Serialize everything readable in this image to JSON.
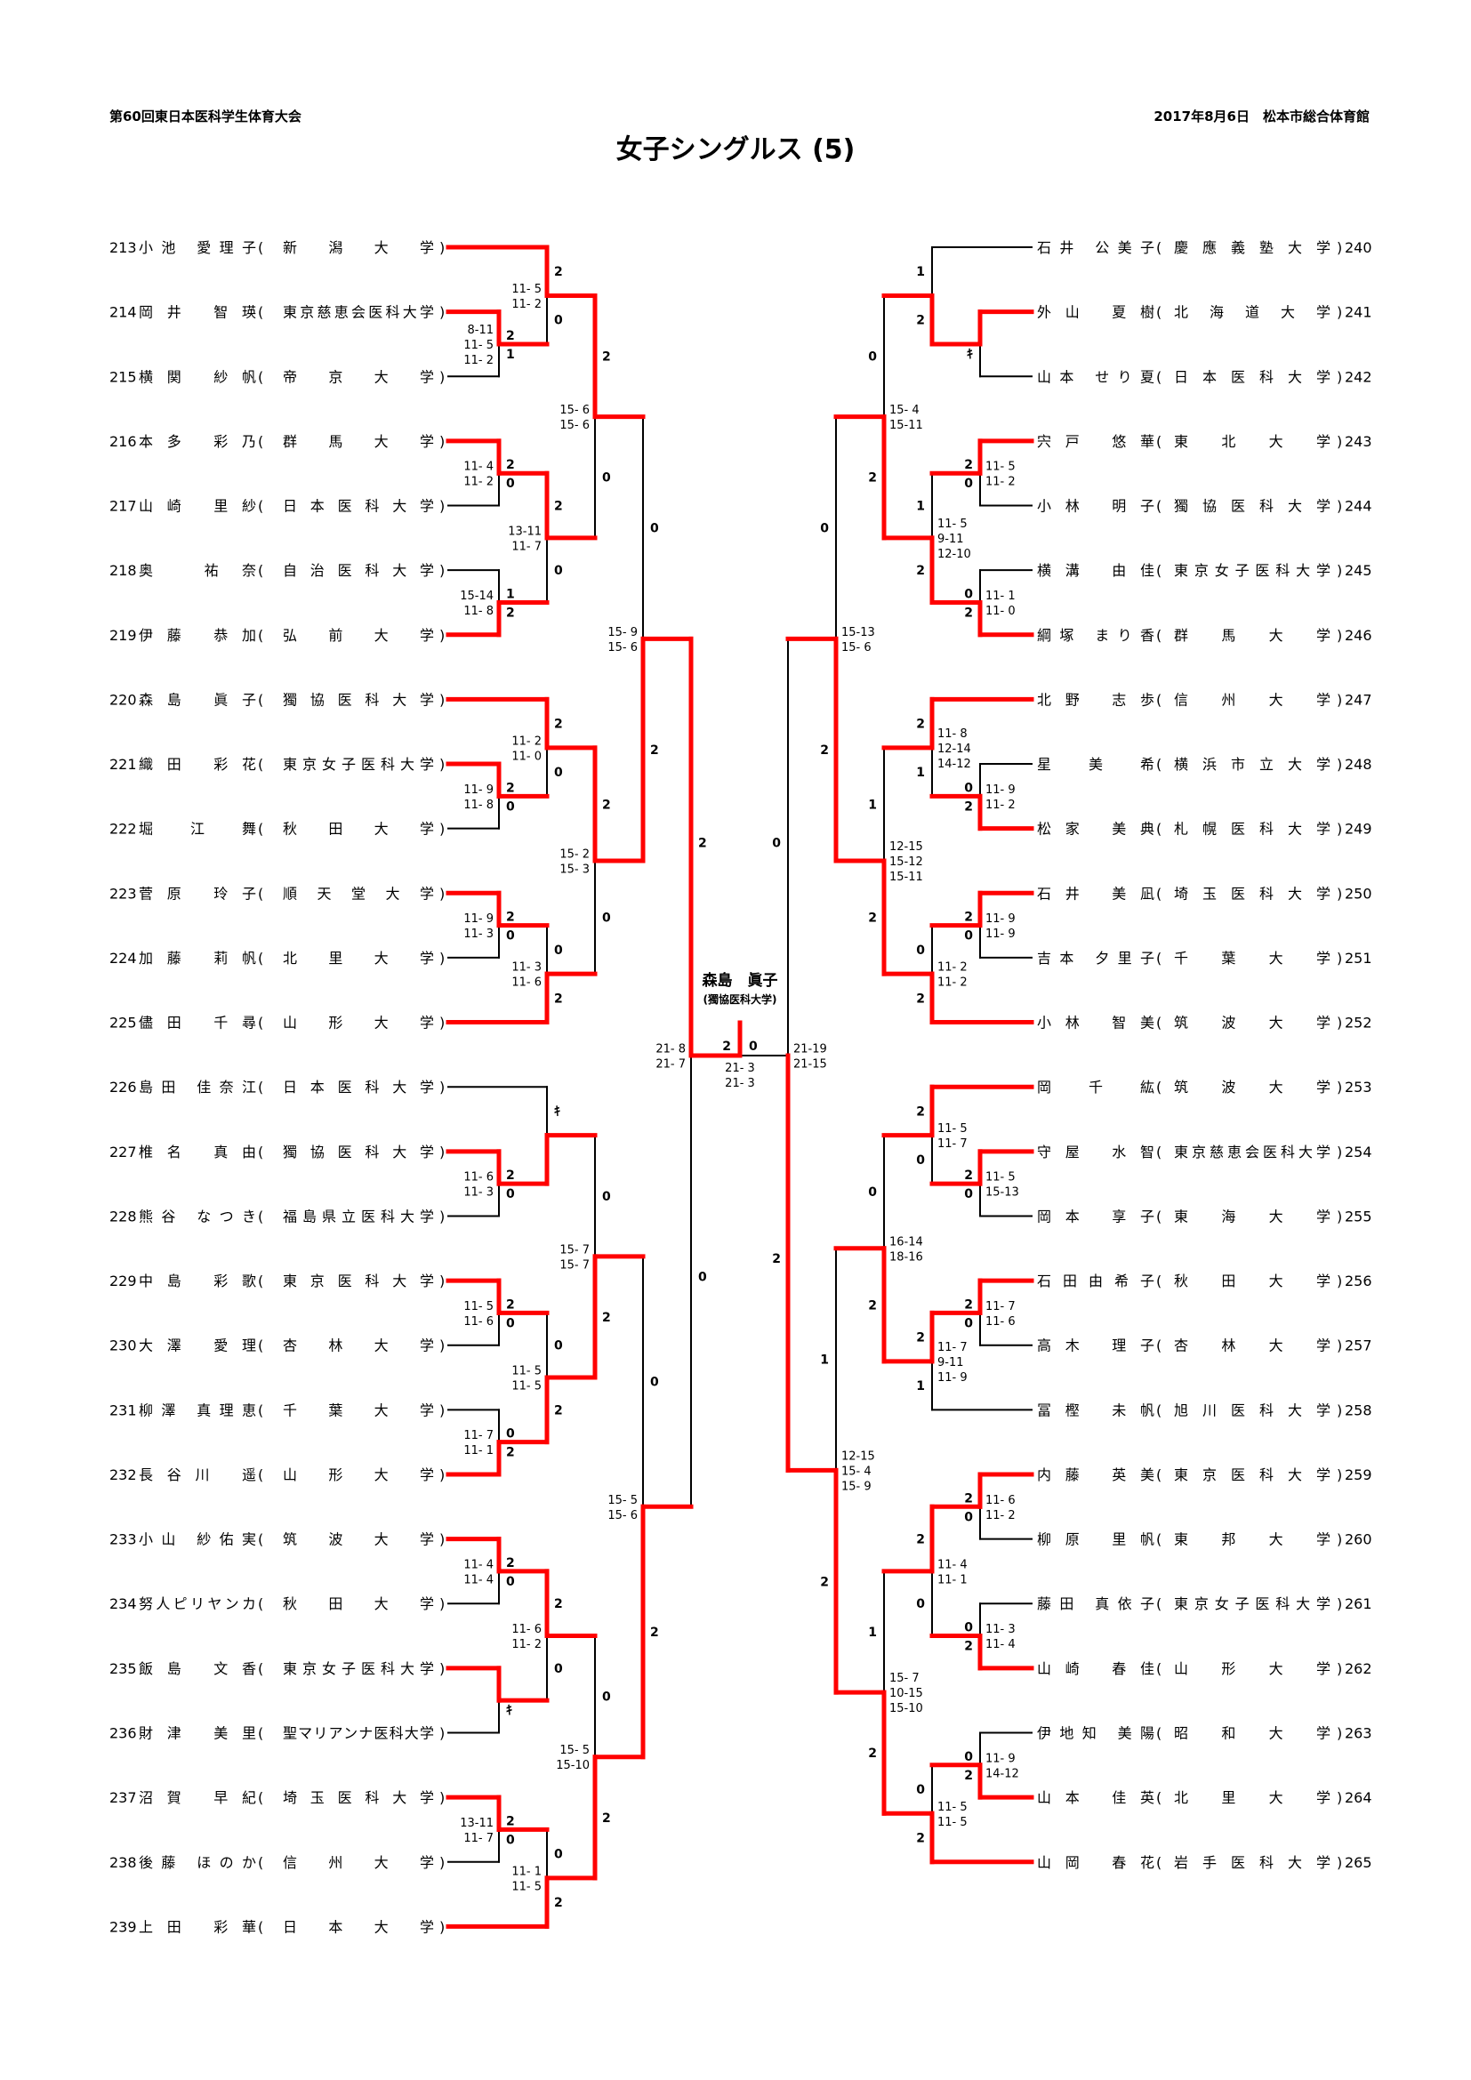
{
  "header": {
    "event": "第60回東日本医科学生体育大会",
    "date_venue": "2017年8月6日　松本市総合体育館",
    "title": "女子シングルス (5)"
  },
  "colors": {
    "winner_line": "#ff0000",
    "line": "#000000"
  },
  "champion": {
    "name": "森島　眞子",
    "school": "(獨協医科大学)"
  },
  "players": {
    "left": [
      {
        "no": "213",
        "name": "小池 愛理子",
        "school": "新潟大学"
      },
      {
        "no": "214",
        "name": "岡井 智瑛",
        "school": "東京慈恵会医科大学"
      },
      {
        "no": "215",
        "name": "横関 紗帆",
        "school": "帝京大学"
      },
      {
        "no": "216",
        "name": "本多 彩乃",
        "school": "群馬大学"
      },
      {
        "no": "217",
        "name": "山崎 里紗",
        "school": "日本医科大学"
      },
      {
        "no": "218",
        "name": "奥 祐奈",
        "school": "自治医科大学"
      },
      {
        "no": "219",
        "name": "伊藤 恭加",
        "school": "弘前大学"
      },
      {
        "no": "220",
        "name": "森島 眞子",
        "school": "獨協医科大学"
      },
      {
        "no": "221",
        "name": "織田 彩花",
        "school": "東京女子医科大学"
      },
      {
        "no": "222",
        "name": "堀 江 舞",
        "school": "秋田大学"
      },
      {
        "no": "223",
        "name": "菅原 玲子",
        "school": "順天堂大学"
      },
      {
        "no": "224",
        "name": "加藤 莉帆",
        "school": "北里大学"
      },
      {
        "no": "225",
        "name": "儘田 千尋",
        "school": "山形大学"
      },
      {
        "no": "226",
        "name": "島田 佳奈江",
        "school": "日本医科大学"
      },
      {
        "no": "227",
        "name": "椎名 真由",
        "school": "獨協医科大学"
      },
      {
        "no": "228",
        "name": "熊谷 なつき",
        "school": "福島県立医科大学"
      },
      {
        "no": "229",
        "name": "中島 彩歌",
        "school": "東京医科大学"
      },
      {
        "no": "230",
        "name": "大澤 愛理",
        "school": "杏林大学"
      },
      {
        "no": "231",
        "name": "柳澤 真理恵",
        "school": "千葉大学"
      },
      {
        "no": "232",
        "name": "長谷川 遥",
        "school": "山形大学"
      },
      {
        "no": "233",
        "name": "小山 紗佑実",
        "school": "筑波大学"
      },
      {
        "no": "234",
        "name": "努人ピリヤンカ",
        "school": "秋田大学"
      },
      {
        "no": "235",
        "name": "飯島 文香",
        "school": "東京女子医科大学"
      },
      {
        "no": "236",
        "name": "財津 美里",
        "school": "聖マリアンナ医科大学"
      },
      {
        "no": "237",
        "name": "沼賀 早紀",
        "school": "埼玉医科大学"
      },
      {
        "no": "238",
        "name": "後藤 ほのか",
        "school": "信州大学"
      },
      {
        "no": "239",
        "name": "上田 彩華",
        "school": "日本大学"
      }
    ],
    "right": [
      {
        "no": "240",
        "name": "石井 公美子",
        "school": "慶應義塾大学"
      },
      {
        "no": "241",
        "name": "外山 夏樹",
        "school": "北海道大学"
      },
      {
        "no": "242",
        "name": "山本 せり夏",
        "school": "日本医科大学"
      },
      {
        "no": "243",
        "name": "宍戸 悠華",
        "school": "東北大学"
      },
      {
        "no": "244",
        "name": "小林 明子",
        "school": "獨協医科大学"
      },
      {
        "no": "245",
        "name": "横溝 由佳",
        "school": "東京女子医科大学"
      },
      {
        "no": "246",
        "name": "綱塚 まり香",
        "school": "群馬大学"
      },
      {
        "no": "247",
        "name": "北野 志歩",
        "school": "信州大学"
      },
      {
        "no": "248",
        "name": "星 美 希",
        "school": "横浜市立大学"
      },
      {
        "no": "249",
        "name": "松家 美典",
        "school": "札幌医科大学"
      },
      {
        "no": "250",
        "name": "石井 美凪",
        "school": "埼玉医科大学"
      },
      {
        "no": "251",
        "name": "吉本 夕里子",
        "school": "千葉大学"
      },
      {
        "no": "252",
        "name": "小林 智美",
        "school": "筑波大学"
      },
      {
        "no": "253",
        "name": "岡 千 紘",
        "school": "筑波大学"
      },
      {
        "no": "254",
        "name": "守屋 水智",
        "school": "東京慈恵会医科大学"
      },
      {
        "no": "255",
        "name": "岡本 享子",
        "school": "東海大学"
      },
      {
        "no": "256",
        "name": "石田由希子",
        "school": "秋田大学"
      },
      {
        "no": "257",
        "name": "高木 理子",
        "school": "杏林大学"
      },
      {
        "no": "258",
        "name": "冨樫 未帆",
        "school": "旭川医科大学"
      },
      {
        "no": "259",
        "name": "内藤 英美",
        "school": "東京医科大学"
      },
      {
        "no": "260",
        "name": "柳原 里帆",
        "school": "東邦大学"
      },
      {
        "no": "261",
        "name": "藤田 真依子",
        "school": "東京女子医科大学"
      },
      {
        "no": "262",
        "name": "山崎 春佳",
        "school": "山形大学"
      },
      {
        "no": "263",
        "name": "伊地知 美陽",
        "school": "昭和大学"
      },
      {
        "no": "264",
        "name": "山本 佳英",
        "school": "北里大学"
      },
      {
        "no": "265",
        "name": "山岡 春花",
        "school": "岩手医科大学"
      }
    ]
  },
  "matches": [
    {
      "id": "m1",
      "side": "left",
      "round": 1,
      "a": "214",
      "b": "215",
      "counts": [
        "2",
        "1"
      ],
      "games": [
        "8-11",
        "11- 5",
        "11- 2"
      ],
      "winner": "a"
    },
    {
      "id": "m2",
      "side": "left",
      "round": 2,
      "a": "213",
      "b": "m1",
      "counts": [
        "2",
        "0"
      ],
      "games": [
        "11- 5",
        "11- 2"
      ],
      "winner": "a"
    },
    {
      "id": "m3",
      "side": "left",
      "round": 1,
      "a": "216",
      "b": "217",
      "counts": [
        "2",
        "0"
      ],
      "games": [
        "11- 4",
        "11- 2"
      ],
      "winner": "a"
    },
    {
      "id": "m4",
      "side": "left",
      "round": 1,
      "a": "218",
      "b": "219",
      "counts": [
        "1",
        "2"
      ],
      "games": [
        "15-14",
        "11- 8"
      ],
      "winner": "b"
    },
    {
      "id": "m5",
      "side": "left",
      "round": 2,
      "a": "m3",
      "b": "m4",
      "counts": [
        "2",
        "0"
      ],
      "games": [
        "13-11",
        "11- 7"
      ],
      "winner": "a"
    },
    {
      "id": "m6",
      "side": "left",
      "round": 3,
      "a": "m2",
      "b": "m5",
      "counts": [
        "2",
        "0"
      ],
      "games": [
        "15- 6",
        "15- 6"
      ],
      "winner": "a"
    },
    {
      "id": "m7",
      "side": "left",
      "round": 1,
      "a": "221",
      "b": "222",
      "counts": [
        "2",
        "0"
      ],
      "games": [
        "11- 9",
        "11- 8"
      ],
      "winner": "a"
    },
    {
      "id": "m8",
      "side": "left",
      "round": 2,
      "a": "220",
      "b": "m7",
      "counts": [
        "2",
        "0"
      ],
      "games": [
        "11- 2",
        "11- 0"
      ],
      "winner": "a"
    },
    {
      "id": "m9",
      "side": "left",
      "round": 1,
      "a": "223",
      "b": "224",
      "counts": [
        "2",
        "0"
      ],
      "games": [
        "11- 9",
        "11- 3"
      ],
      "winner": "a"
    },
    {
      "id": "m10",
      "side": "left",
      "round": 2,
      "a": "m9",
      "b": "225",
      "counts": [
        "0",
        "2"
      ],
      "games": [
        "11- 3",
        "11- 6"
      ],
      "winner": "b"
    },
    {
      "id": "m11",
      "side": "left",
      "round": 3,
      "a": "m8",
      "b": "m10",
      "counts": [
        "2",
        "0"
      ],
      "games": [
        "15- 2",
        "15- 3"
      ],
      "winner": "a"
    },
    {
      "id": "m12",
      "side": "left",
      "round": 4,
      "a": "m6",
      "b": "m11",
      "counts": [
        "0",
        "2"
      ],
      "games": [
        "15- 9",
        "15- 6"
      ],
      "winner": "b"
    },
    {
      "id": "m13",
      "side": "left",
      "round": 1,
      "a": "227",
      "b": "228",
      "counts": [
        "2",
        "0"
      ],
      "games": [
        "11- 6",
        "11- 3"
      ],
      "winner": "a"
    },
    {
      "id": "m14",
      "side": "left",
      "round": 2,
      "a": "226",
      "b": "m13",
      "counts": [
        "ｷ",
        ""
      ],
      "games": [],
      "winner": "b"
    },
    {
      "id": "m15",
      "side": "left",
      "round": 1,
      "a": "229",
      "b": "230",
      "counts": [
        "2",
        "0"
      ],
      "games": [
        "11- 5",
        "11- 6"
      ],
      "winner": "a"
    },
    {
      "id": "m16",
      "side": "left",
      "round": 1,
      "a": "231",
      "b": "232",
      "counts": [
        "0",
        "2"
      ],
      "games": [
        "11- 7",
        "11- 1"
      ],
      "winner": "b"
    },
    {
      "id": "m17",
      "side": "left",
      "round": 2,
      "a": "m15",
      "b": "m16",
      "counts": [
        "0",
        "2"
      ],
      "games": [
        "11- 5",
        "11- 5"
      ],
      "winner": "b"
    },
    {
      "id": "m18",
      "side": "left",
      "round": 3,
      "a": "m14",
      "b": "m17",
      "counts": [
        "0",
        "2"
      ],
      "games": [
        "15- 7",
        "15- 7"
      ],
      "winner": "b"
    },
    {
      "id": "m19",
      "side": "left",
      "round": 1,
      "a": "233",
      "b": "234",
      "counts": [
        "2",
        "0"
      ],
      "games": [
        "11- 4",
        "11- 4"
      ],
      "winner": "a"
    },
    {
      "id": "m20",
      "side": "left",
      "round": 1,
      "a": "235",
      "b": "236",
      "counts": [
        "",
        "ｷ"
      ],
      "games": [],
      "winner": "a"
    },
    {
      "id": "m21",
      "side": "left",
      "round": 2,
      "a": "m19",
      "b": "m20",
      "counts": [
        "2",
        "0"
      ],
      "games": [
        "11- 6",
        "11- 2"
      ],
      "winner": "a"
    },
    {
      "id": "m22",
      "side": "left",
      "round": 1,
      "a": "237",
      "b": "238",
      "counts": [
        "2",
        "0"
      ],
      "games": [
        "13-11",
        "11- 7"
      ],
      "winner": "a"
    },
    {
      "id": "m23",
      "side": "left",
      "round": 2,
      "a": "m22",
      "b": "239",
      "counts": [
        "0",
        "2"
      ],
      "games": [
        "11- 1",
        "11- 5"
      ],
      "winner": "b"
    },
    {
      "id": "m24",
      "side": "left",
      "round": 3,
      "a": "m21",
      "b": "m23",
      "counts": [
        "0",
        "2"
      ],
      "games": [
        "15- 5",
        "15-10"
      ],
      "winner": "b"
    },
    {
      "id": "m25",
      "side": "left",
      "round": 4,
      "a": "m18",
      "b": "m24",
      "counts": [
        "0",
        "2"
      ],
      "games": [
        "15- 5",
        "15- 6"
      ],
      "winner": "b"
    },
    {
      "id": "m26",
      "side": "left",
      "round": 5,
      "a": "m12",
      "b": "m25",
      "counts": [
        "2",
        "0"
      ],
      "games": [
        "21- 8",
        "21- 7"
      ],
      "winner": "a"
    },
    {
      "id": "n1",
      "side": "right",
      "round": 1,
      "a": "241",
      "b": "242",
      "counts": [
        "",
        "ｷ"
      ],
      "games": [],
      "winner": "a"
    },
    {
      "id": "n2",
      "side": "right",
      "round": 2,
      "a": "240",
      "b": "n1",
      "counts": [
        "1",
        "2"
      ],
      "games": [],
      "winner": "b"
    },
    {
      "id": "n3",
      "side": "right",
      "round": 1,
      "a": "243",
      "b": "244",
      "counts": [
        "2",
        "0"
      ],
      "games": [
        "11- 5",
        "11- 2"
      ],
      "winner": "a"
    },
    {
      "id": "n4",
      "side": "right",
      "round": 1,
      "a": "245",
      "b": "246",
      "counts": [
        "0",
        "2"
      ],
      "games": [
        "11- 1",
        "11- 0"
      ],
      "winner": "b"
    },
    {
      "id": "n5",
      "side": "right",
      "round": 2,
      "a": "n3",
      "b": "n4",
      "counts": [
        "1",
        "2"
      ],
      "games": [
        "11- 5",
        "9-11",
        "12-10"
      ],
      "winner": "b"
    },
    {
      "id": "n6",
      "side": "right",
      "round": 3,
      "a": "n2",
      "b": "n5",
      "counts": [
        "0",
        "2"
      ],
      "games": [
        "15- 4",
        "15-11"
      ],
      "winner": "b"
    },
    {
      "id": "n7",
      "side": "right",
      "round": 1,
      "a": "248",
      "b": "249",
      "counts": [
        "0",
        "2"
      ],
      "games": [
        "11- 9",
        "11- 2"
      ],
      "winner": "b"
    },
    {
      "id": "n8",
      "side": "right",
      "round": 2,
      "a": "247",
      "b": "n7",
      "counts": [
        "2",
        "1"
      ],
      "games": [
        "11- 8",
        "12-14",
        "14-12"
      ],
      "winner": "a"
    },
    {
      "id": "n9",
      "side": "right",
      "round": 1,
      "a": "250",
      "b": "251",
      "counts": [
        "2",
        "0"
      ],
      "games": [
        "11- 9",
        "11- 9"
      ],
      "winner": "a"
    },
    {
      "id": "n10",
      "side": "right",
      "round": 2,
      "a": "n9",
      "b": "252",
      "counts": [
        "0",
        "2"
      ],
      "games": [
        "11- 2",
        "11- 2"
      ],
      "winner": "b"
    },
    {
      "id": "n11",
      "side": "right",
      "round": 3,
      "a": "n8",
      "b": "n10",
      "counts": [
        "1",
        "2"
      ],
      "games": [
        "12-15",
        "15-12",
        "15-11"
      ],
      "winner": "b"
    },
    {
      "id": "n12",
      "side": "right",
      "round": 4,
      "a": "n6",
      "b": "n11",
      "counts": [
        "0",
        "2"
      ],
      "games": [
        "15-13",
        "15- 6"
      ],
      "winner": "b"
    },
    {
      "id": "n13",
      "side": "right",
      "round": 1,
      "a": "254",
      "b": "255",
      "counts": [
        "2",
        "0"
      ],
      "games": [
        "11- 5",
        "15-13"
      ],
      "winner": "a"
    },
    {
      "id": "n14",
      "side": "right",
      "round": 2,
      "a": "253",
      "b": "n13",
      "counts": [
        "2",
        "0"
      ],
      "games": [
        "11- 5",
        "11- 7"
      ],
      "winner": "a"
    },
    {
      "id": "n15",
      "side": "right",
      "round": 1,
      "a": "256",
      "b": "257",
      "counts": [
        "2",
        "0"
      ],
      "games": [
        "11- 7",
        "11- 6"
      ],
      "winner": "a"
    },
    {
      "id": "n16",
      "side": "right",
      "round": 2,
      "a": "n15",
      "b": "258",
      "counts": [
        "2",
        "1"
      ],
      "games": [
        "11- 7",
        "9-11",
        "11- 9"
      ],
      "winner": "a"
    },
    {
      "id": "n17",
      "side": "right",
      "round": 3,
      "a": "n14",
      "b": "n16",
      "counts": [
        "0",
        "2"
      ],
      "games": [
        "16-14",
        "18-16"
      ],
      "winner": "b"
    },
    {
      "id": "n18",
      "side": "right",
      "round": 1,
      "a": "259",
      "b": "260",
      "counts": [
        "2",
        "0"
      ],
      "games": [
        "11- 6",
        "11- 2"
      ],
      "winner": "a"
    },
    {
      "id": "n19",
      "side": "right",
      "round": 1,
      "a": "261",
      "b": "262",
      "counts": [
        "0",
        "2"
      ],
      "games": [
        "11- 3",
        "11- 4"
      ],
      "winner": "b"
    },
    {
      "id": "n20",
      "side": "right",
      "round": 2,
      "a": "n18",
      "b": "n19",
      "counts": [
        "2",
        "0"
      ],
      "games": [
        "11- 4",
        "11- 1"
      ],
      "winner": "a"
    },
    {
      "id": "n21",
      "side": "right",
      "round": 1,
      "a": "263",
      "b": "264",
      "counts": [
        "0",
        "2"
      ],
      "games": [
        "11- 9",
        "14-12"
      ],
      "winner": "b"
    },
    {
      "id": "n22",
      "side": "right",
      "round": 2,
      "a": "n21",
      "b": "265",
      "counts": [
        "0",
        "2"
      ],
      "games": [
        "11- 5",
        "11- 5"
      ],
      "winner": "b"
    },
    {
      "id": "n23",
      "side": "right",
      "round": 3,
      "a": "n20",
      "b": "n22",
      "counts": [
        "1",
        "2"
      ],
      "games": [
        "15- 7",
        "10-15",
        "15-10"
      ],
      "winner": "b"
    },
    {
      "id": "n24",
      "side": "right",
      "round": 4,
      "a": "n17",
      "b": "n23",
      "counts": [
        "1",
        "2"
      ],
      "games": [
        "12-15",
        "15- 4",
        "15- 9"
      ],
      "winner": "b"
    },
    {
      "id": "n25",
      "side": "right",
      "round": 5,
      "a": "n12",
      "b": "n24",
      "counts": [
        "0",
        "2"
      ],
      "games": [
        "21-19",
        "21-15"
      ],
      "winner": "b"
    }
  ],
  "final": {
    "a": "m26",
    "b": "n25",
    "counts": [
      "2",
      "0"
    ],
    "games": [
      "21- 3",
      "21- 3"
    ],
    "winner": "a"
  }
}
